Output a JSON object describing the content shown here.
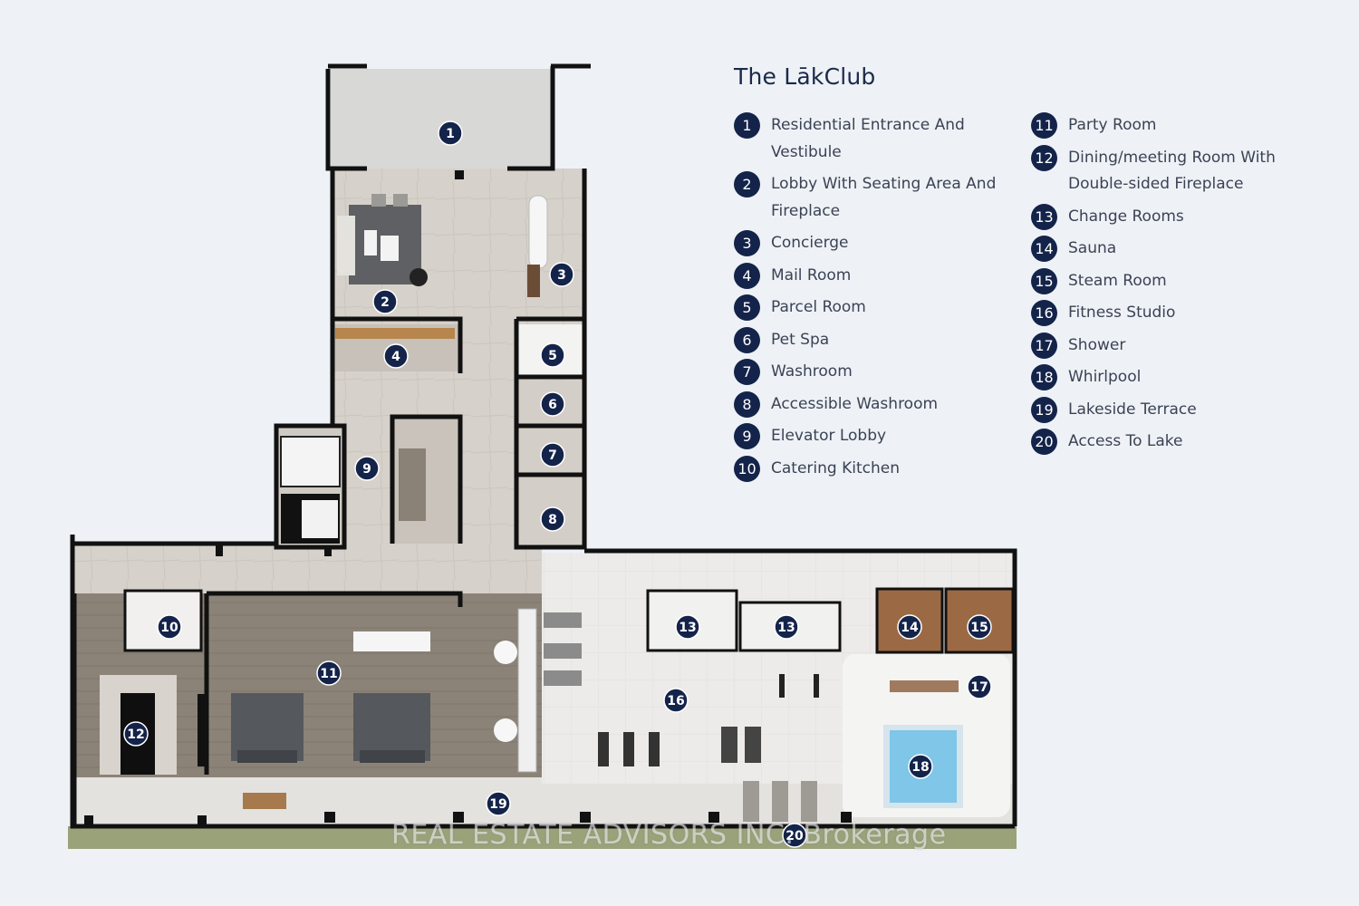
{
  "legend": {
    "title": "The LākClub",
    "left_items": [
      {
        "num": "1",
        "label": "Residential Entrance And Vestibule"
      },
      {
        "num": "2",
        "label": "Lobby With Seating Area And Fireplace"
      },
      {
        "num": "3",
        "label": "Concierge"
      },
      {
        "num": "4",
        "label": "Mail Room"
      },
      {
        "num": "5",
        "label": "Parcel Room"
      },
      {
        "num": "6",
        "label": "Pet Spa"
      },
      {
        "num": "7",
        "label": "Washroom"
      },
      {
        "num": "8",
        "label": "Accessible Washroom"
      },
      {
        "num": "9",
        "label": "Elevator Lobby"
      },
      {
        "num": "10",
        "label": "Catering Kitchen"
      }
    ],
    "right_items": [
      {
        "num": "11",
        "label": "Party Room"
      },
      {
        "num": "12",
        "label": "Dining/meeting Room With Double-sided Fireplace"
      },
      {
        "num": "13",
        "label": "Change Rooms"
      },
      {
        "num": "14",
        "label": "Sauna"
      },
      {
        "num": "15",
        "label": "Steam Room"
      },
      {
        "num": "16",
        "label": "Fitness Studio"
      },
      {
        "num": "17",
        "label": "Shower"
      },
      {
        "num": "18",
        "label": "Whirlpool"
      },
      {
        "num": "19",
        "label": "Lakeside Terrace"
      },
      {
        "num": "20",
        "label": "Access To Lake"
      }
    ]
  },
  "plan_markers": [
    "1",
    "2",
    "3",
    "4",
    "5",
    "6",
    "7",
    "8",
    "9",
    "10",
    "11",
    "12",
    "13",
    "13",
    "14",
    "15",
    "16",
    "17",
    "18",
    "19",
    "20"
  ],
  "watermark": "REAL ESTATE ADVISORS INC. Brokerage",
  "colors": {
    "background": "#eef2f6",
    "marker": "#14234a",
    "wall": "#111111",
    "floor_stone": "#d9d4cd",
    "floor_wood": "#8f857a",
    "fitness_floor": "#ecebe8",
    "sauna_wood": "#9b6a45",
    "pool_water": "#7fc6e8",
    "lawn": "#9aa27a"
  }
}
